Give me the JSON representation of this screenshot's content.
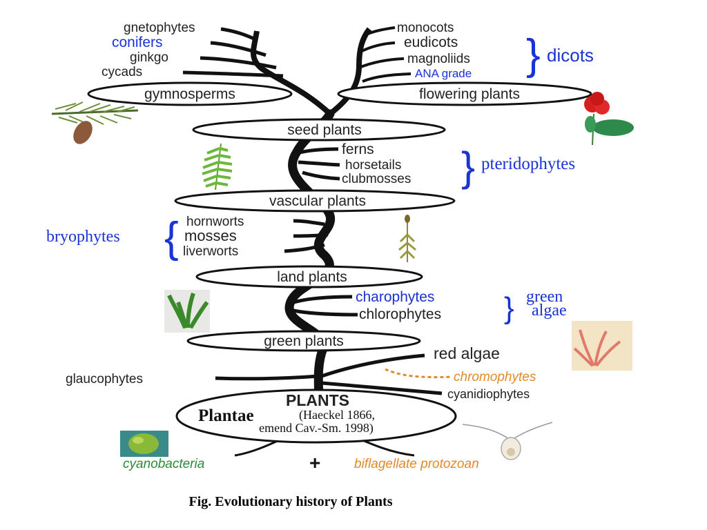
{
  "gymnosperm_branches": [
    "gnetophytes",
    "conifers",
    "ginkgo",
    "cycads"
  ],
  "flowering_branches": [
    "monocots",
    "eudicots",
    "magnoliids",
    "ANA grade"
  ],
  "dicots_label": "dicots",
  "fern_branches": [
    "ferns",
    "horsetails",
    "clubmosses"
  ],
  "pteridophytes_label": "pteridophytes",
  "bryophyte_branches": [
    "hornworts",
    "mosses",
    "liverworts"
  ],
  "bryophytes_label": "bryophytes",
  "algae_branches": [
    "charophytes",
    "chlorophytes"
  ],
  "green_algae_label": [
    "green",
    "algae"
  ],
  "nodes": {
    "gymnosperms": "gymnosperms",
    "flowering_plants": "flowering plants",
    "seed_plants": "seed plants",
    "vascular_plants": "vascular plants",
    "land_plants": "land plants",
    "green_plants": "green plants"
  },
  "base_branches": {
    "glaucophytes": "glaucophytes",
    "red_algae": "red algae",
    "chromophytes": "chromophytes",
    "cyanidiophytes": "cyanidiophytes"
  },
  "root": {
    "title": "PLANTS",
    "latin": "Plantae",
    "authority": "(Haeckel 1866,",
    "emend": "emend Cav.-Sm. 1998)"
  },
  "origins": {
    "left": "cyanobacteria",
    "plus": "+",
    "right": "biflagellate protozoan"
  },
  "caption": "Fig. Evolutionary history of Plants",
  "colors": {
    "blue": "#1a33d6",
    "orange": "#e08a2a",
    "ink": "#111111"
  }
}
